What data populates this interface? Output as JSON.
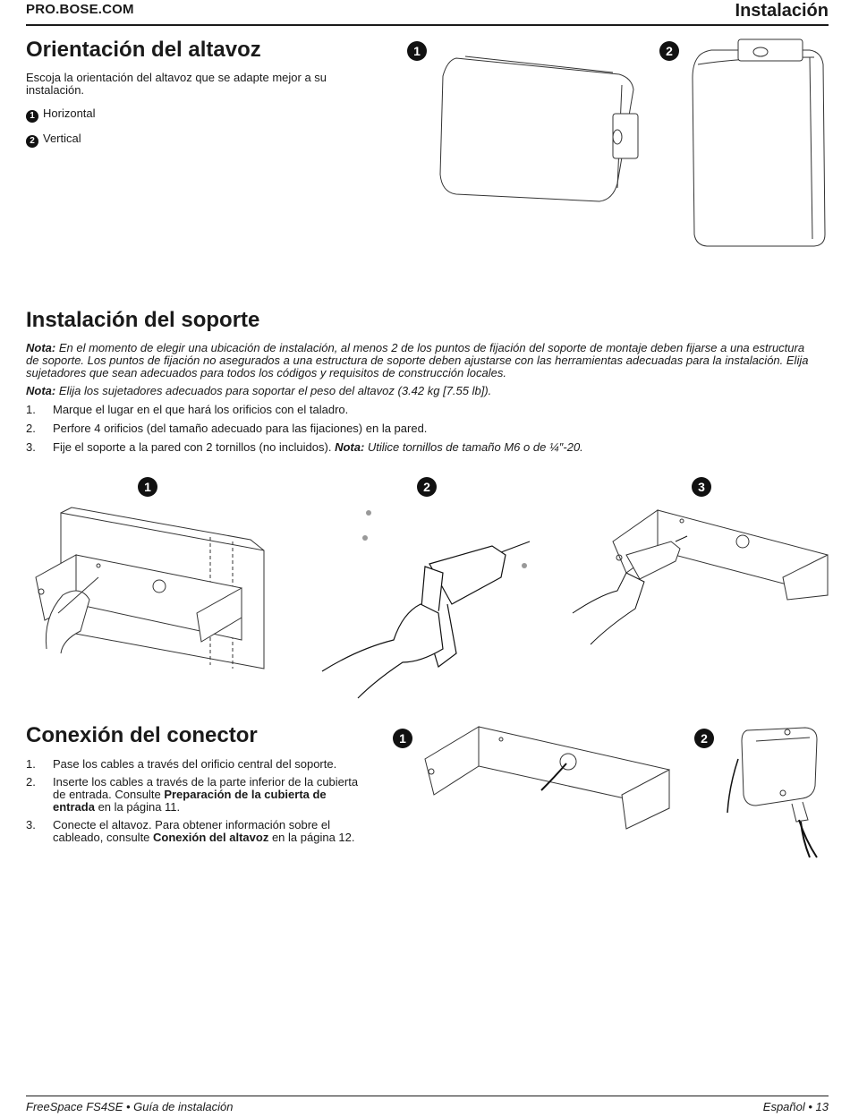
{
  "header": {
    "brand": "PRO.BOSE.COM",
    "section": "Instalación"
  },
  "orientation": {
    "title": "Orientación del altavoz",
    "intro": "Escoja la orientación del altavoz que se adapte mejor a su instalación.",
    "options": [
      {
        "badge": "1",
        "label": "Horizontal"
      },
      {
        "badge": "2",
        "label": "Vertical"
      }
    ],
    "figure_badges": [
      "1",
      "2"
    ]
  },
  "bracket": {
    "title": "Instalación del soporte",
    "note1_label": "Nota:",
    "note1_text": " En el momento de elegir una ubicación de instalación, al menos 2 de los puntos de fijación del soporte de montaje deben fijarse a una estructura de soporte. Los puntos de fijación no asegurados a una estructura de soporte deben ajustarse con las herramientas adecuadas para la instalación. Elija sujetadores que sean adecuados para todos los códigos y requisitos de construcción locales.",
    "note2_label": "Nota:",
    "note2_text": " Elija los sujetadores adecuados para soportar el peso del altavoz (3.42 kg [7.55 lb]).",
    "steps": [
      {
        "num": "1.",
        "text": "Marque el lugar en el que hará los orificios con el taladro."
      },
      {
        "num": "2.",
        "text": "Perfore 4 orificios (del tamaño adecuado para las fijaciones) en la pared."
      },
      {
        "num": "3.",
        "text": "Fije el soporte a la pared con 2 tornillos (no incluidos). ",
        "note_label": "Nota:",
        "note_text": " Utilice tornillos de tamaño M6 o de ¼″-20."
      }
    ],
    "figure_badges": [
      "1",
      "2",
      "3"
    ]
  },
  "connector": {
    "title": "Conexión del conector",
    "steps": [
      {
        "num": "1.",
        "text": "Pase los cables a través del orificio central del soporte."
      },
      {
        "num": "2.",
        "text_a": "Inserte los cables a través de la parte inferior de la cubierta de entrada. Consulte ",
        "bold": "Preparación de la cubierta de entrada",
        "text_b": " en la página 11."
      },
      {
        "num": "3.",
        "text_a": "Conecte el altavoz. Para obtener información sobre el cableado, consulte ",
        "bold": "Conexión del altavoz",
        "text_b": " en la página 12."
      }
    ],
    "figure_badges": [
      "1",
      "2"
    ]
  },
  "footer": {
    "left": "FreeSpace FS4SE • Guía de instalación",
    "right": "Español • 13"
  }
}
